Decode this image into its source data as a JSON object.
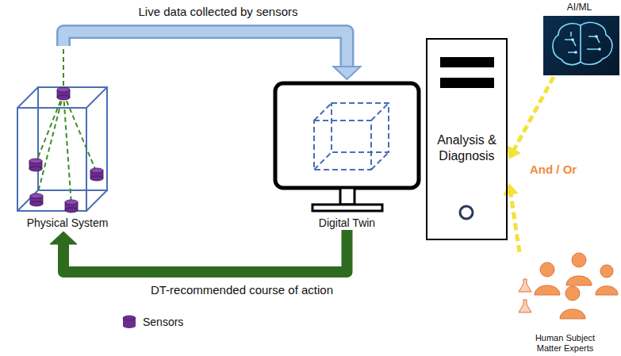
{
  "diagram": {
    "nodes": [
      {
        "text": [
          "Physical System"
        ]
      },
      {
        "text": [
          "Digital Twin"
        ]
      },
      {
        "text": [
          "Analysis & Diagnosis"
        ]
      },
      {
        "text": [
          "AI/ML"
        ]
      },
      {
        "text": [
          "Human Subject Matter Experts"
        ]
      }
    ],
    "edges": [
      {
        "from": 0,
        "to": 1,
        "label": "Live data collected by sensors",
        "arrow": "to"
      },
      {
        "from": 1,
        "to": 0,
        "label": "DT-recommended course of action",
        "arrow": "to"
      },
      {
        "from": 3,
        "to": 2,
        "arrow": "to"
      },
      {
        "from": 4,
        "to": 2,
        "arrow": "to"
      }
    ],
    "labels": [
      "And / Or"
    ],
    "legend": [
      {
        "text": "Sensors",
        "color": "#6b2d8f"
      }
    ]
  }
}
